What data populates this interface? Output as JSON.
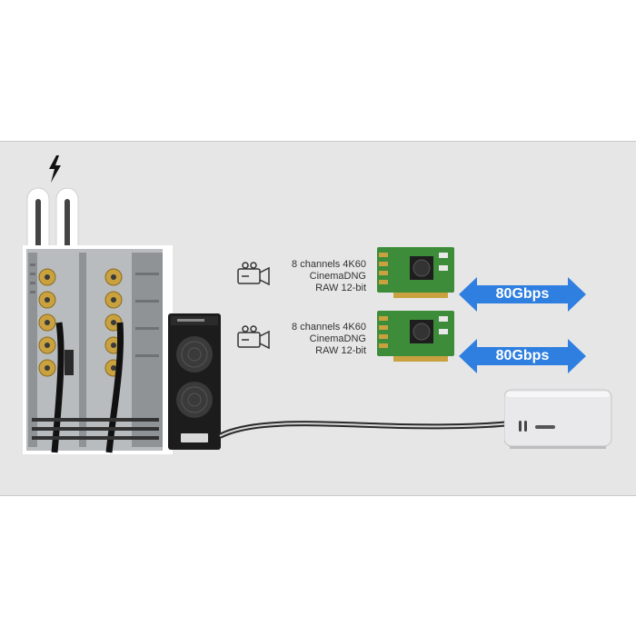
{
  "streams": [
    {
      "line1": "8 channels 4K60",
      "line2": "CinemaDNG",
      "line3": "RAW 12-bit",
      "bandwidth": "80Gbps"
    },
    {
      "line1": "8 channels 4K60",
      "line2": "CinemaDNG",
      "line3": "RAW 12-bit",
      "bandwidth": "80Gbps"
    }
  ],
  "colors": {
    "panel_background": "#e6e6e6",
    "arrow_blue": "#2f7fe0",
    "pcb_green": "#3d8c3a",
    "enclosure_black": "#1c1c1c",
    "mac_silver": "#e9e9eb"
  },
  "icons": [
    "thunderbolt-icon",
    "video-camera-icon",
    "double-arrow-icon"
  ]
}
